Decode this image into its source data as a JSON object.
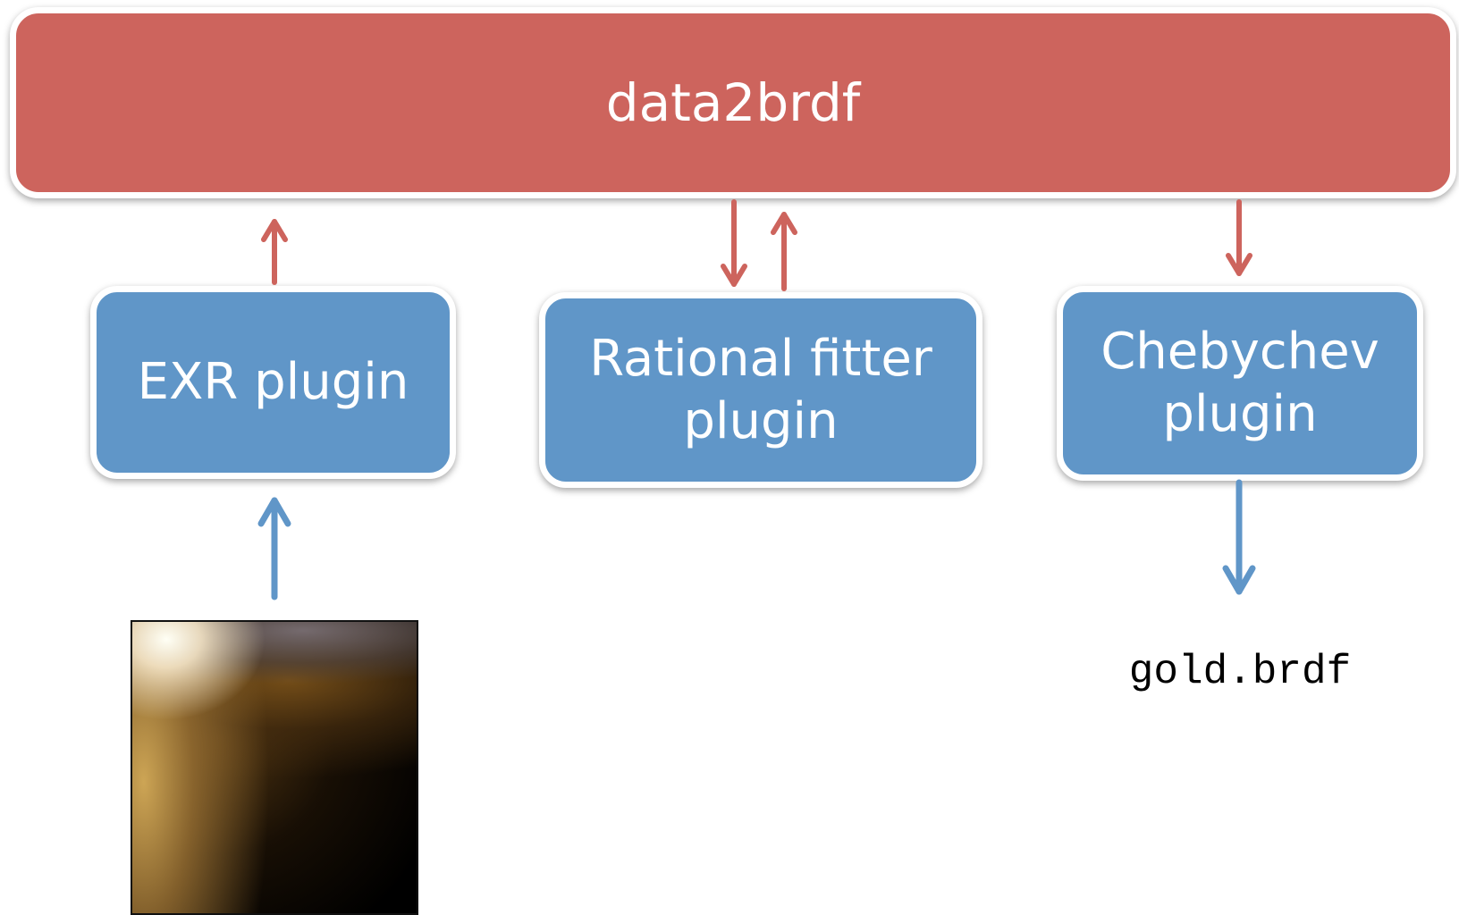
{
  "main_component": {
    "label": "data2brdf"
  },
  "plugins": [
    {
      "lines": [
        "EXR plugin"
      ]
    },
    {
      "lines": [
        "Rational fitter",
        "plugin"
      ]
    },
    {
      "lines": [
        "Chebychev",
        "plugin"
      ]
    }
  ],
  "output": {
    "filename": "gold.brdf"
  },
  "colors": {
    "main": "#cd645d",
    "plugin": "#6096c8",
    "control_arrow": "#cd645d",
    "data_arrow": "#6096c8"
  }
}
